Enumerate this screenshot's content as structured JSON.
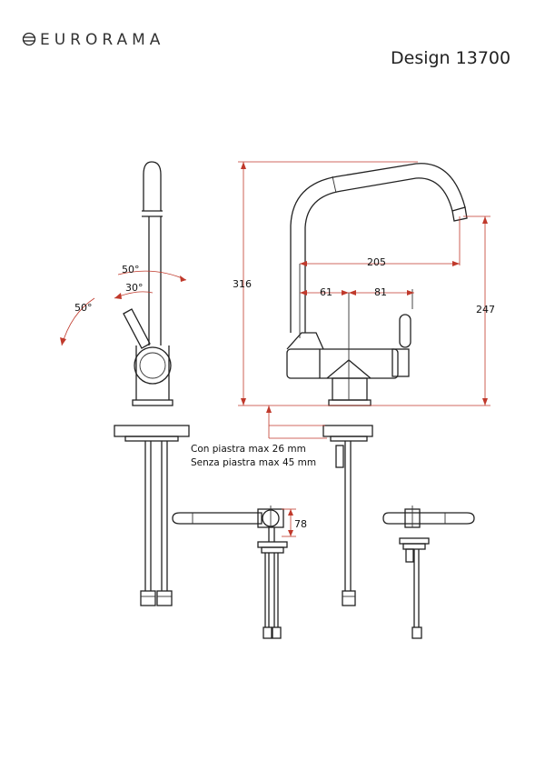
{
  "brand": {
    "name": "EURORAMA"
  },
  "title": "Design 13700",
  "angles": {
    "a1": "50°",
    "a2": "30°",
    "a3": "50°"
  },
  "dimensions": {
    "total_height": "316",
    "spout_height": "247",
    "reach": "205",
    "left_offset": "61",
    "right_offset": "81",
    "top_view": "78"
  },
  "notes": {
    "with_plate": "Con piastra max 26 mm",
    "without_plate": "Senza piastra max 45 mm"
  },
  "colors": {
    "dimension": "#c0392b",
    "line": "#222222"
  }
}
